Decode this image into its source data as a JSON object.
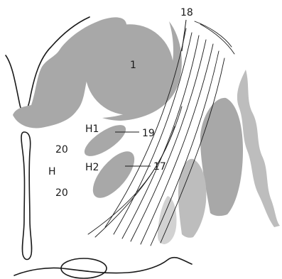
{
  "labels": {
    "large_nucleus": "1",
    "top_marker": "18",
    "h1_field": "H1",
    "h1_marker": "19",
    "h2_field": "H2",
    "h2_marker": "17",
    "upper_zona": "20",
    "h_field": "H",
    "lower_zona": "20"
  },
  "colors": {
    "nucleus_fill": "#a8a8a8",
    "lateral_fill": "#bdbdbd",
    "light_fill": "#d2d2d2",
    "line": "#1a1a1a"
  }
}
